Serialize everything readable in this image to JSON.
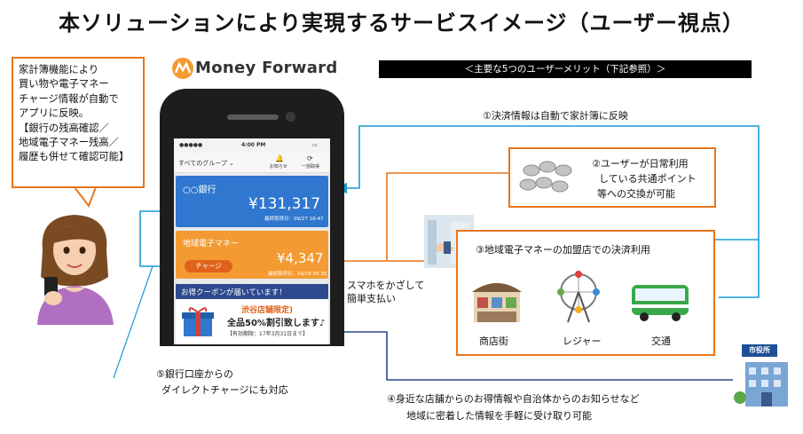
{
  "title": "本ソリューションにより実現するサービスイメージ（ユーザー視点）",
  "callout": {
    "lines": [
      "家計簿機能により",
      "買い物や電子マネー",
      "チャージ情報が自動で",
      "アプリに反映。",
      "【銀行の残高確認／",
      "地域電子マネー残高／",
      "履歴も併せて確認可能】"
    ]
  },
  "logo": {
    "text": "Money Forward"
  },
  "phone": {
    "time": "4:00 PM",
    "nav_group": "すべてのグループ",
    "nav_btn1": "お知らせ",
    "nav_btn2": "一括取得",
    "bank_name": "○○銀行",
    "bank_amount": "¥131,317",
    "bank_updated": "最終取得日：09/27 16:47",
    "emoney_name": "地域電子マネー",
    "emoney_amount": "¥4,347",
    "emoney_updated": "最終取得日：09/28 05:35",
    "charge_label": "チャージ",
    "coupon_header": "お得クーポンが届いています！",
    "coupon_store": "渋谷店舗限定)",
    "coupon_offer": "全品50%割引致します♪",
    "coupon_expiry": "【有効期限：17年3月31日まで】"
  },
  "benefits_header": "＜主要な5つのユーザーメリット（下記参照）＞",
  "benefit1": "①決済情報は自動で家計簿に反映",
  "benefit2_lines": [
    "②ユーザーが日常利用",
    "している共通ポイント",
    "等への交換が可能"
  ],
  "benefit3": "③地域電子マネーの加盟店での決済利用",
  "tap_lines": [
    "スマホをかざして",
    "簡単支払い"
  ],
  "shops": [
    "商店街",
    "レジャー",
    "交通"
  ],
  "benefit4_lines": [
    "④身近な店舗からのお得情報や自治体からのお知らせなど",
    "地域に密着した情報を手軽に受け取り可能"
  ],
  "benefit5_lines": [
    "⑤銀行口座からの",
    "ダイレクトチャージにも対応"
  ],
  "city_hall": "市役所",
  "colors": {
    "orange": "#e8751a",
    "blue_line": "#1a9ad6",
    "navy_line": "#2d4a8f",
    "bank_card": "#2f77cf",
    "emoney_card": "#f39b32"
  }
}
